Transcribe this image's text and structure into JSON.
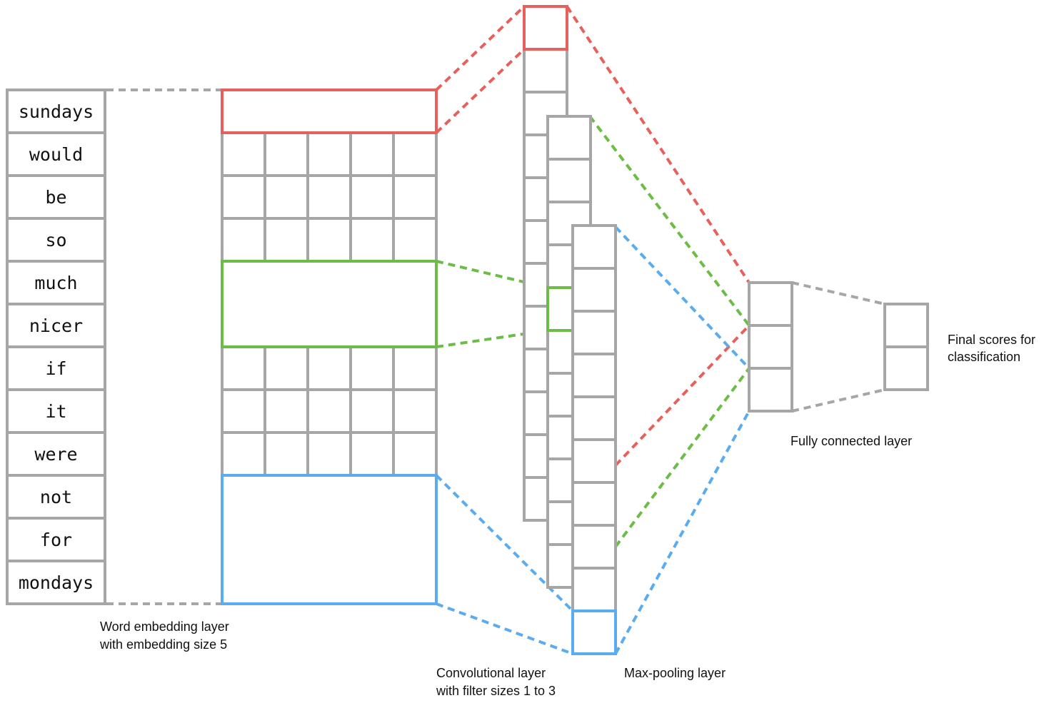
{
  "colors": {
    "grid": "#a6a6a6",
    "red": "#e8605c",
    "green": "#6cbd45",
    "blue": "#5aabf0"
  },
  "words": [
    "sundays",
    "would",
    "be",
    "so",
    "much",
    "nicer",
    "if",
    "it",
    "were",
    "not",
    "for",
    "mondays"
  ],
  "captions": {
    "embedding_line1": "Word embedding layer",
    "embedding_line2": "with embedding size 5",
    "conv_line1": "Convolutional layer",
    "conv_line2": "with filter sizes 1 to 3",
    "maxpool": "Max-pooling layer",
    "fc": "Fully connected layer",
    "final_line1": "Final scores for",
    "final_line2": "classification"
  }
}
